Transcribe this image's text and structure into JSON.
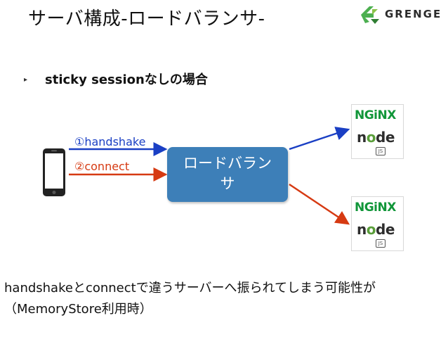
{
  "title": "サーバ構成-ロードバランサ-",
  "logo": {
    "text": "GRENGE",
    "color": "#4caf50"
  },
  "bullet": "▸",
  "subtitle": "sticky sessionなしの場合",
  "diagram": {
    "load_balancer": {
      "line1": "ロードバラン",
      "line2": "サ",
      "color": "#3d7fb8"
    },
    "handshake_label": "①handshake",
    "connect_label": "②connect",
    "handshake_color": "#1a3fc4",
    "connect_color": "#d63a12",
    "servers": [
      {
        "nginx": "NGiNX",
        "node_pre": "n",
        "node_o": "o",
        "node_post": "de",
        "js": "JS"
      },
      {
        "nginx": "NGiNX",
        "node_pre": "n",
        "node_o": "o",
        "node_post": "de",
        "js": "JS"
      }
    ]
  },
  "note_line1": "handshakeとconnectで違うサーバーへ振られてしまう可能性が",
  "note_line2": "（MemoryStore利用時）"
}
